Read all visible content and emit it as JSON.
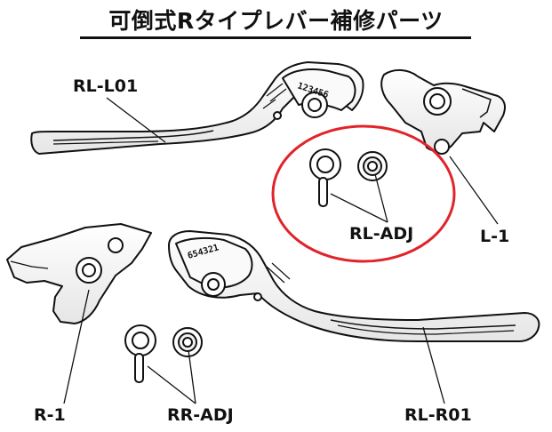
{
  "title": "可倒式Rタイプレバー補修パーツ",
  "labels": {
    "rl_l01": "RL-L01",
    "l_1": "L-1",
    "rl_adj": "RL-ADJ",
    "r_1": "R-1",
    "rr_adj": "RR-ADJ",
    "rl_r01": "RL-R01"
  },
  "stamps": {
    "left_dial": "123456",
    "right_dial": "654321"
  },
  "colors": {
    "highlight_ring": "#e0242a",
    "line": "#111111",
    "part_fill": "#f4f4f4"
  }
}
